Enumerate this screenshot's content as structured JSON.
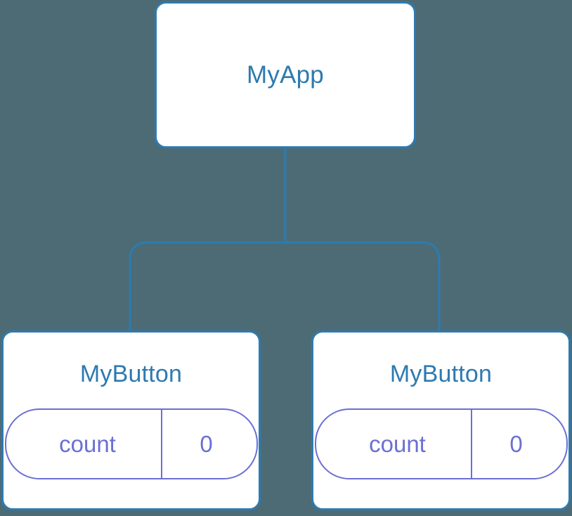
{
  "diagram": {
    "type": "component-tree",
    "background_color": "#4d6b75",
    "node_border_color": "#2e7ab0",
    "node_fill_color": "#ffffff",
    "title_color": "#2e7ab0",
    "pill_color": "#6b6fd4",
    "connector_color": "#2c7cb0",
    "root": {
      "title": "MyApp"
    },
    "children": [
      {
        "title": "MyButton",
        "state": {
          "key": "count",
          "value": "0"
        }
      },
      {
        "title": "MyButton",
        "state": {
          "key": "count",
          "value": "0"
        }
      }
    ]
  }
}
